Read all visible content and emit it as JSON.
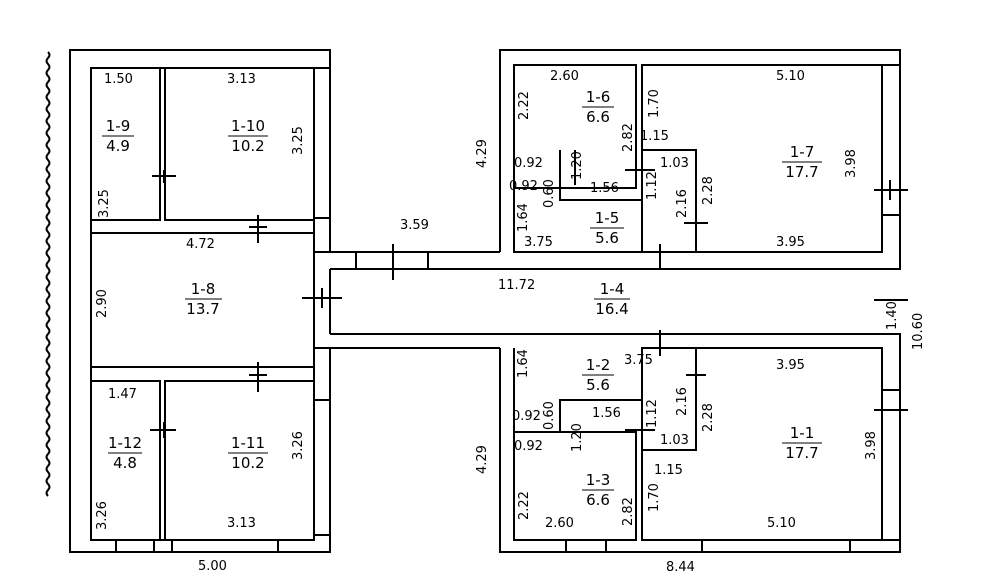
{
  "colors": {
    "wall": "#000000",
    "background": "#ffffff"
  },
  "rooms": [
    {
      "id": "1-1",
      "area": "17.7"
    },
    {
      "id": "1-2",
      "area": "5.6"
    },
    {
      "id": "1-3",
      "area": "6.6"
    },
    {
      "id": "1-4",
      "area": "16.4"
    },
    {
      "id": "1-5",
      "area": "5.6"
    },
    {
      "id": "1-6",
      "area": "6.6"
    },
    {
      "id": "1-7",
      "area": "17.7"
    },
    {
      "id": "1-8",
      "area": "13.7"
    },
    {
      "id": "1-9",
      "area": "4.9"
    },
    {
      "id": "1-10",
      "area": "10.2"
    },
    {
      "id": "1-11",
      "area": "10.2"
    },
    {
      "id": "1-12",
      "area": "4.8"
    }
  ],
  "dimensions": [
    "1.50",
    "3.13",
    "3.25",
    "3.25",
    "4.72",
    "2.90",
    "1.47",
    "3.26",
    "3.26",
    "3.13",
    "5.00",
    "3.59",
    "11.72",
    "2.60",
    "2.22",
    "1.70",
    "2.82",
    "5.10",
    "3.98",
    "1.15",
    "1.03",
    "0.92",
    "0.92",
    "0.60",
    "1.20",
    "1.56",
    "1.12",
    "2.16",
    "2.28",
    "1.64",
    "3.75",
    "3.95",
    "4.29",
    "1.40",
    "10.60",
    "1.64",
    "3.75",
    "3.95",
    "0.92",
    "0.60",
    "1.56",
    "1.12",
    "2.16",
    "2.28",
    "1.20",
    "1.03",
    "0.92",
    "1.15",
    "4.29",
    "2.22",
    "1.70",
    "2.82",
    "2.60",
    "5.10",
    "3.98",
    "8.44"
  ]
}
